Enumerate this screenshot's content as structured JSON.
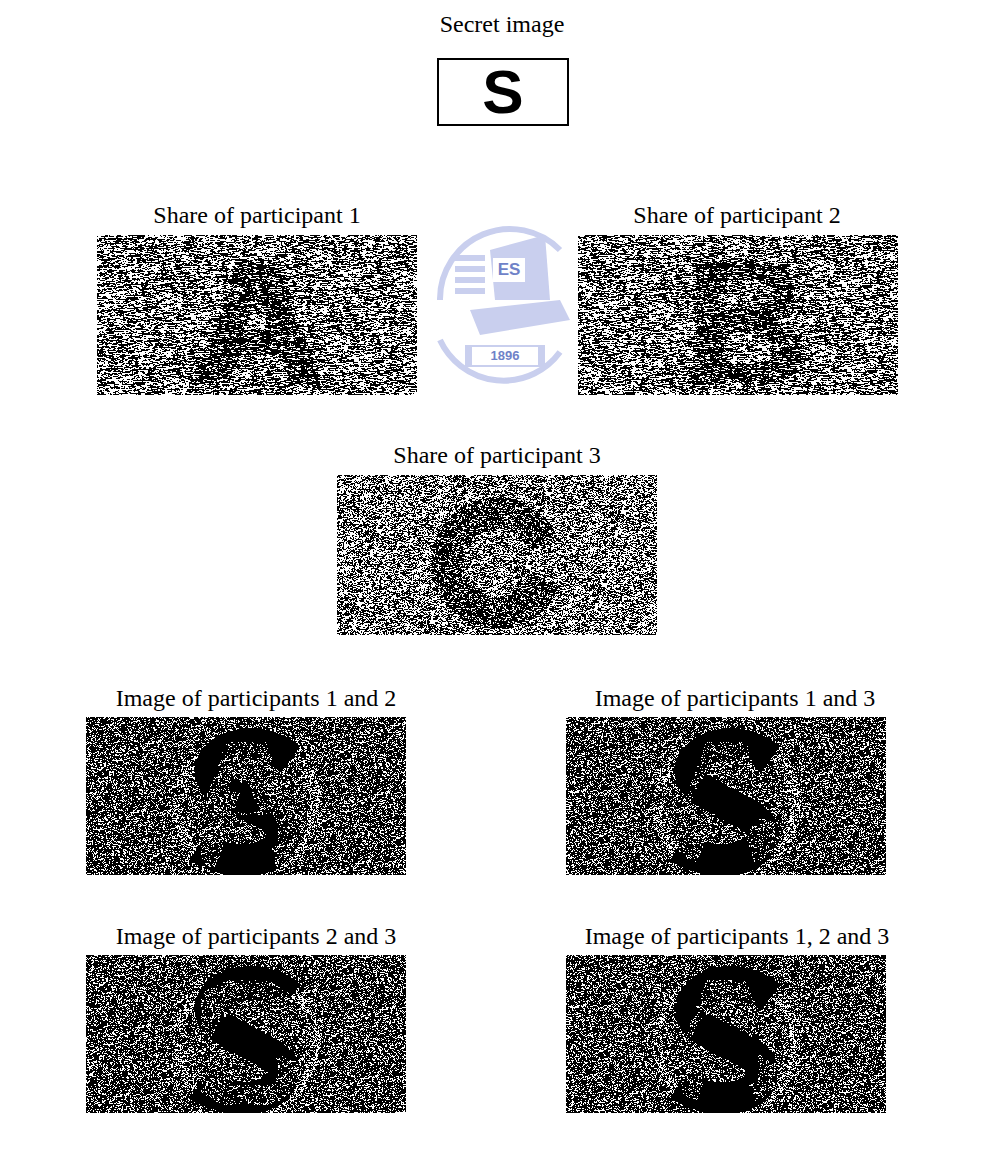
{
  "diagram": {
    "nodes": [
      {
        "text": [
          "S"
        ]
      }
    ],
    "labels": [
      "Secret image",
      "Share of participant 1",
      "Share of participant 2",
      "ES",
      "1896",
      "Share of participant 3",
      "Image of participants 1 and 2",
      "Image of participants 1 and 3",
      "Image of participants 2 and 3",
      "Image of participants 1, 2 and 3"
    ]
  }
}
